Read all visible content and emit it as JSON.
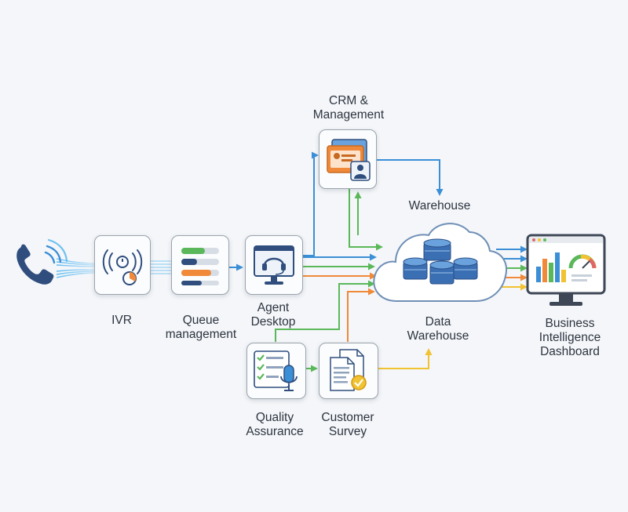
{
  "nodes": {
    "ivr": {
      "label": "IVR",
      "icon": "ivr-waveform-timer-icon"
    },
    "queue": {
      "label_line1": "Queue",
      "label_line2": "management",
      "icon": "queue-bars-icon"
    },
    "agent": {
      "label_line1": "Agent",
      "label_line2": "Desktop",
      "icon": "headset-monitor-icon"
    },
    "crm": {
      "label_line1": "CRM &",
      "label_line2": "Management",
      "icon": "contact-cards-icon"
    },
    "warehouse_top": {
      "label": "Warehouse"
    },
    "data_warehouse": {
      "label_line1": "Data",
      "label_line2": "Warehouse",
      "icon": "cloud-database-icon"
    },
    "bi": {
      "label_line1": "Business",
      "label_line2": "Intelligence",
      "label_line3": "Dashboard",
      "icon": "dashboard-monitor-icon"
    },
    "qa": {
      "label_line1": "Quality",
      "label_line2": "Assurance",
      "icon": "checklist-microphone-icon"
    },
    "survey": {
      "label_line1": "Customer",
      "label_line2": "Survey",
      "icon": "documents-check-icon"
    },
    "phone": {
      "icon": "phone-icon"
    }
  },
  "colors": {
    "blue": "#3a8fd6",
    "green": "#5bb85a",
    "orange": "#f08a3a",
    "yellow": "#f1c232",
    "navy": "#2f4e7e",
    "glow": "#4db4f0"
  }
}
